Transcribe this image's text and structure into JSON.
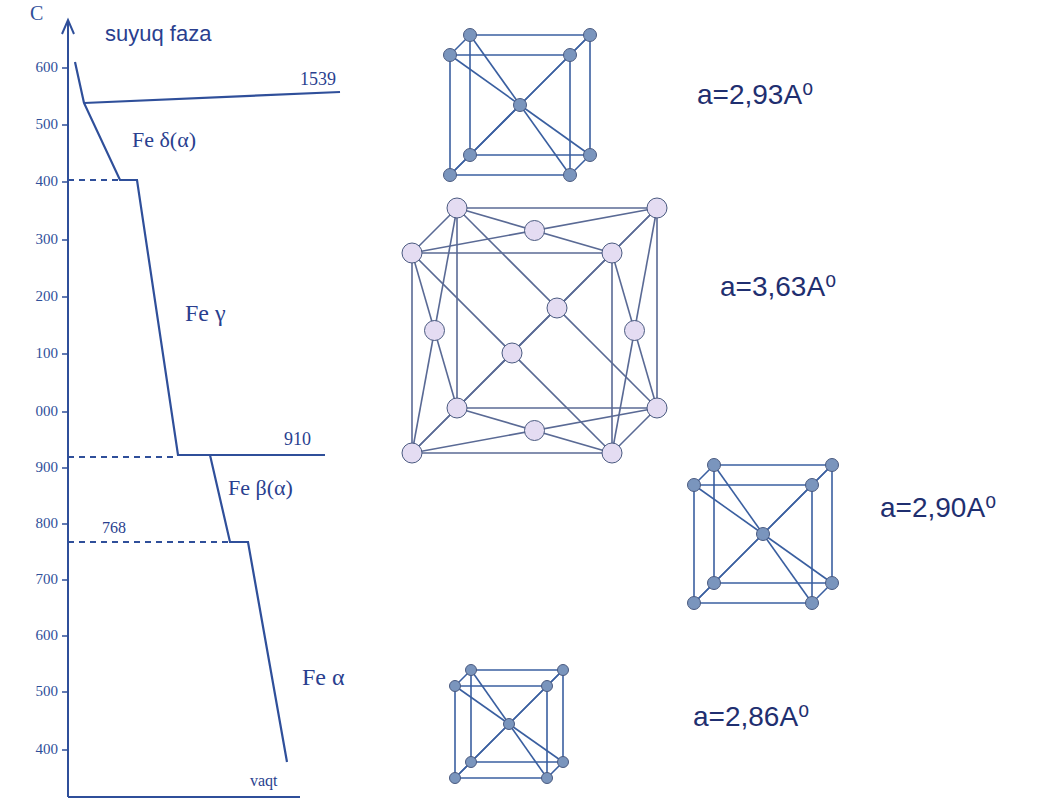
{
  "diagram": {
    "labels": [
      "C",
      "600",
      "500",
      "400",
      "300",
      "200",
      "100",
      "000",
      "900",
      "800",
      "700",
      "600",
      "500",
      "400",
      "suyuq faza",
      "1539",
      "Fe δ(α)",
      "Fe γ",
      "910",
      "Fe β(α)",
      "768",
      "Fe α",
      "vaqt",
      "a=2,93A⁰",
      "a=3,63A⁰",
      "a=2,90A⁰",
      "a=2,86A⁰"
    ]
  }
}
